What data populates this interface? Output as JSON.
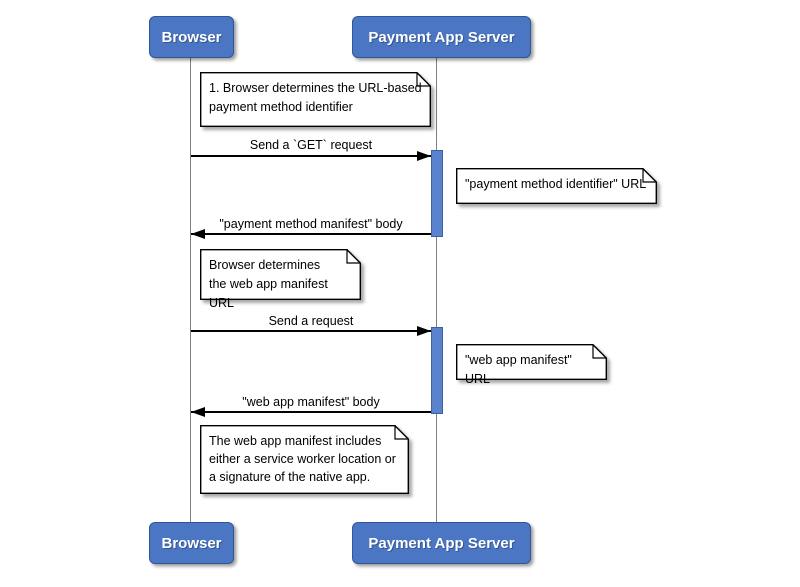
{
  "diagram": {
    "type": "uml-sequence-diagram",
    "colors": {
      "actor_fill": "#4a76c4",
      "actor_border": "#2f5699",
      "activation_fill": "#5b82cc",
      "activation_border": "#3a60a8",
      "lifeline": "#7f7f7f",
      "arrow": "#000000",
      "note_fill": "#ffffff",
      "note_border": "#000000"
    },
    "actors": {
      "browser": "Browser",
      "server": "Payment App Server"
    },
    "notes": {
      "step1": "1. Browser determines the URL-based\npayment method identifier",
      "pmi_url": "\"payment method identifier\" URL",
      "determine_manifest": "Browser determines\nthe web app manifest URL",
      "wam_url": "\"web app manifest\" URL",
      "manifest_contents": "The web app manifest includes\neither a service worker location or\na signature of the native app."
    },
    "messages": {
      "get_request": "Send a `GET` request",
      "pmm_body": "\"payment method manifest\" body",
      "request": "Send a request",
      "wam_body": "\"web app manifest\" body"
    }
  }
}
